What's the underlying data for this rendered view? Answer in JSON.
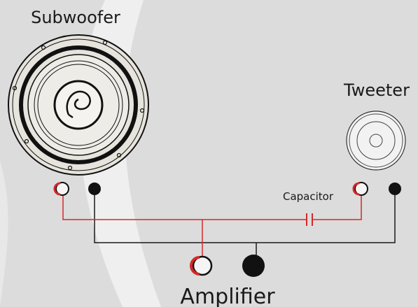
{
  "labels": {
    "subwoofer": "Subwoofer",
    "tweeter": "Tweeter",
    "capacitor": "Capacitor",
    "amplifier": "Amplifier"
  },
  "colors": {
    "background": "#dcdcdc",
    "positive_wire": "#d62828",
    "negative_wire": "#1a1a1a",
    "speaker_face": "#e6e4dc",
    "tweeter_face": "#f2f2f2"
  },
  "icons": {
    "subwoofer": "subwoofer-speaker-icon",
    "tweeter": "tweeter-speaker-icon",
    "capacitor": "capacitor-symbol-icon",
    "positive_terminal": "positive-terminal-icon",
    "negative_terminal": "negative-terminal-icon"
  }
}
